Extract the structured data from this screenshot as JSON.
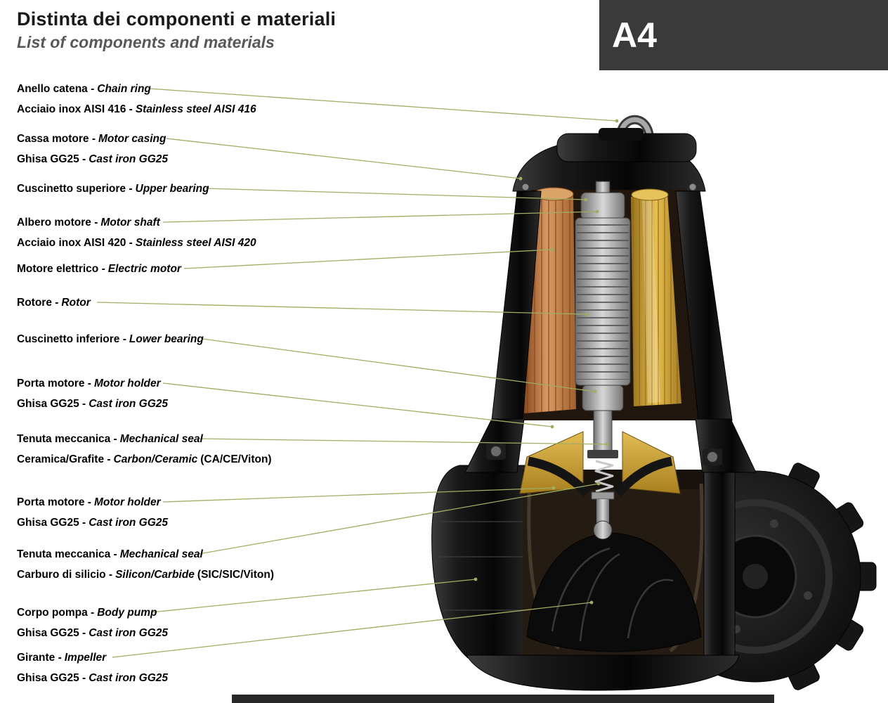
{
  "header": {
    "title": "Distinta dei componenti e materiali",
    "subtitle": "List of components and materials",
    "page_label": "A4"
  },
  "labels": [
    {
      "l1": {
        "it": "Anello catena -",
        "en": "Chain ring"
      },
      "l2": {
        "it": "Acciaio inox AISI 416 -",
        "en": "Stainless steel AISI 416"
      }
    },
    {
      "l1": {
        "it": "Cassa motore -",
        "en": "Motor casing"
      },
      "l2": {
        "it": "Ghisa GG25 -",
        "en": "Cast iron GG25"
      }
    },
    {
      "l1": {
        "it": "Cuscinetto superiore -",
        "en": "Upper bearing"
      }
    },
    {
      "l1": {
        "it": "Albero motore -",
        "en": "Motor shaft"
      },
      "l2": {
        "it": "Acciaio inox AISI 420 -",
        "en": "Stainless steel AISI 420"
      }
    },
    {
      "l1": {
        "it": "Motore elettrico -",
        "en": "Electric motor"
      }
    },
    {
      "l1": {
        "it": "Rotore -",
        "en": "Rotor"
      }
    },
    {
      "l1": {
        "it": "Cuscinetto inferiore -",
        "en": "Lower bearing"
      }
    },
    {
      "l1": {
        "it": "Porta motore -",
        "en": "Motor holder"
      },
      "l2": {
        "it": "Ghisa GG25 -",
        "en": "Cast iron GG25"
      }
    },
    {
      "l1": {
        "it": "Tenuta meccanica -",
        "en": "Mechanical seal"
      },
      "l2": {
        "it": "Ceramica/Grafite -",
        "en": "Carbon/Ceramic",
        "sx": "(CA/CE/Viton)"
      }
    },
    {
      "l1": {
        "it": "Porta motore -",
        "en": "Motor holder"
      },
      "l2": {
        "it": "Ghisa GG25 -",
        "en": "Cast iron GG25"
      }
    },
    {
      "l1": {
        "it": "Tenuta meccanica -",
        "en": "Mechanical seal"
      },
      "l2": {
        "it": "Carburo di silicio -",
        "en": "Silicon/Carbide",
        "sx": "(SIC/SIC/Viton)"
      }
    },
    {
      "l1": {
        "it": "Corpo pompa -",
        "en": "Body pump"
      },
      "l2": {
        "it": "Ghisa GG25 -",
        "en": "Cast iron GG25"
      }
    },
    {
      "l1": {
        "it": "Girante -",
        "en": "Impeller"
      },
      "l2": {
        "it": "Ghisa GG25 -",
        "en": "Cast iron GG25"
      }
    }
  ],
  "colors": {
    "leader_line": "#9fae62",
    "badge_background": "#3a3a3a",
    "badge_text": "#ffffff",
    "footer_bar": "#282828",
    "copper_winding": "#d99a62",
    "gold_winding": "#e8c050",
    "seal_yellow": "#d7ad3f",
    "pump_body": "#141414"
  }
}
